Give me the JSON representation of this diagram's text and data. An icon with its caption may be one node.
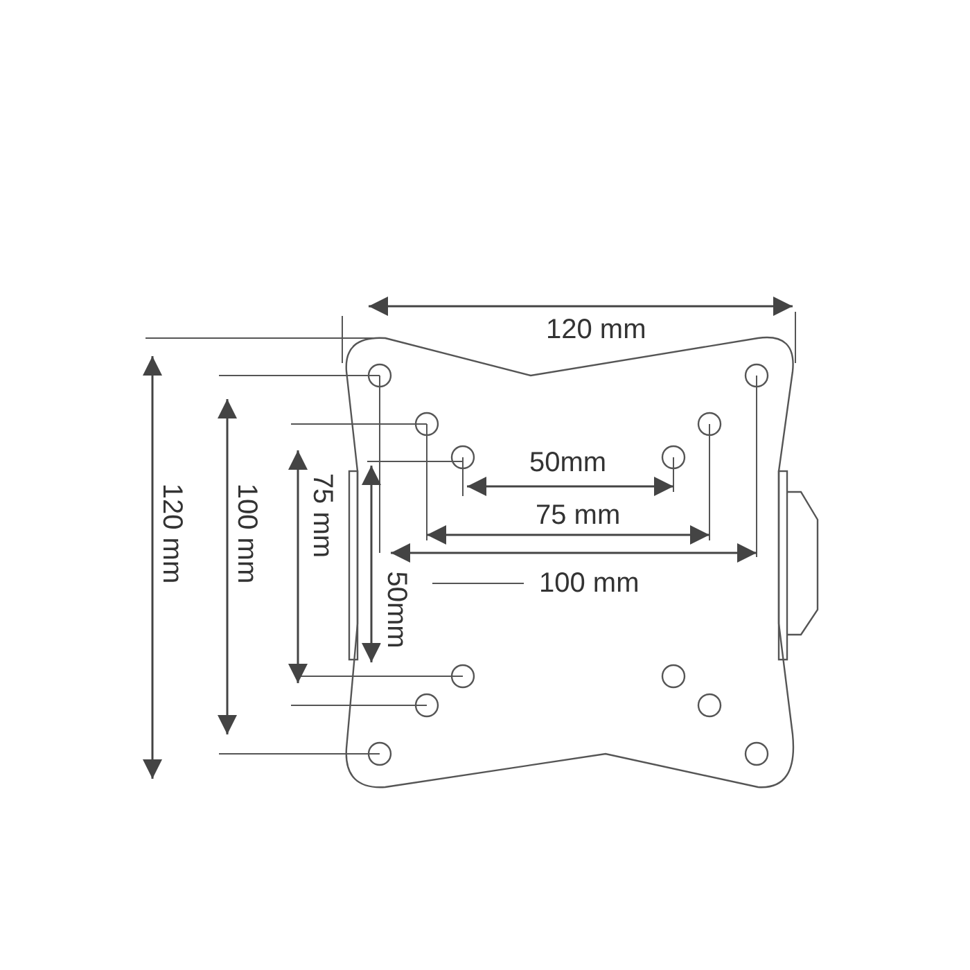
{
  "diagram": {
    "labels": [
      "120 mm",
      "50mm",
      "75 mm",
      "100 mm",
      "120 mm",
      "100 mm",
      "75 mm",
      "50mm"
    ]
  }
}
